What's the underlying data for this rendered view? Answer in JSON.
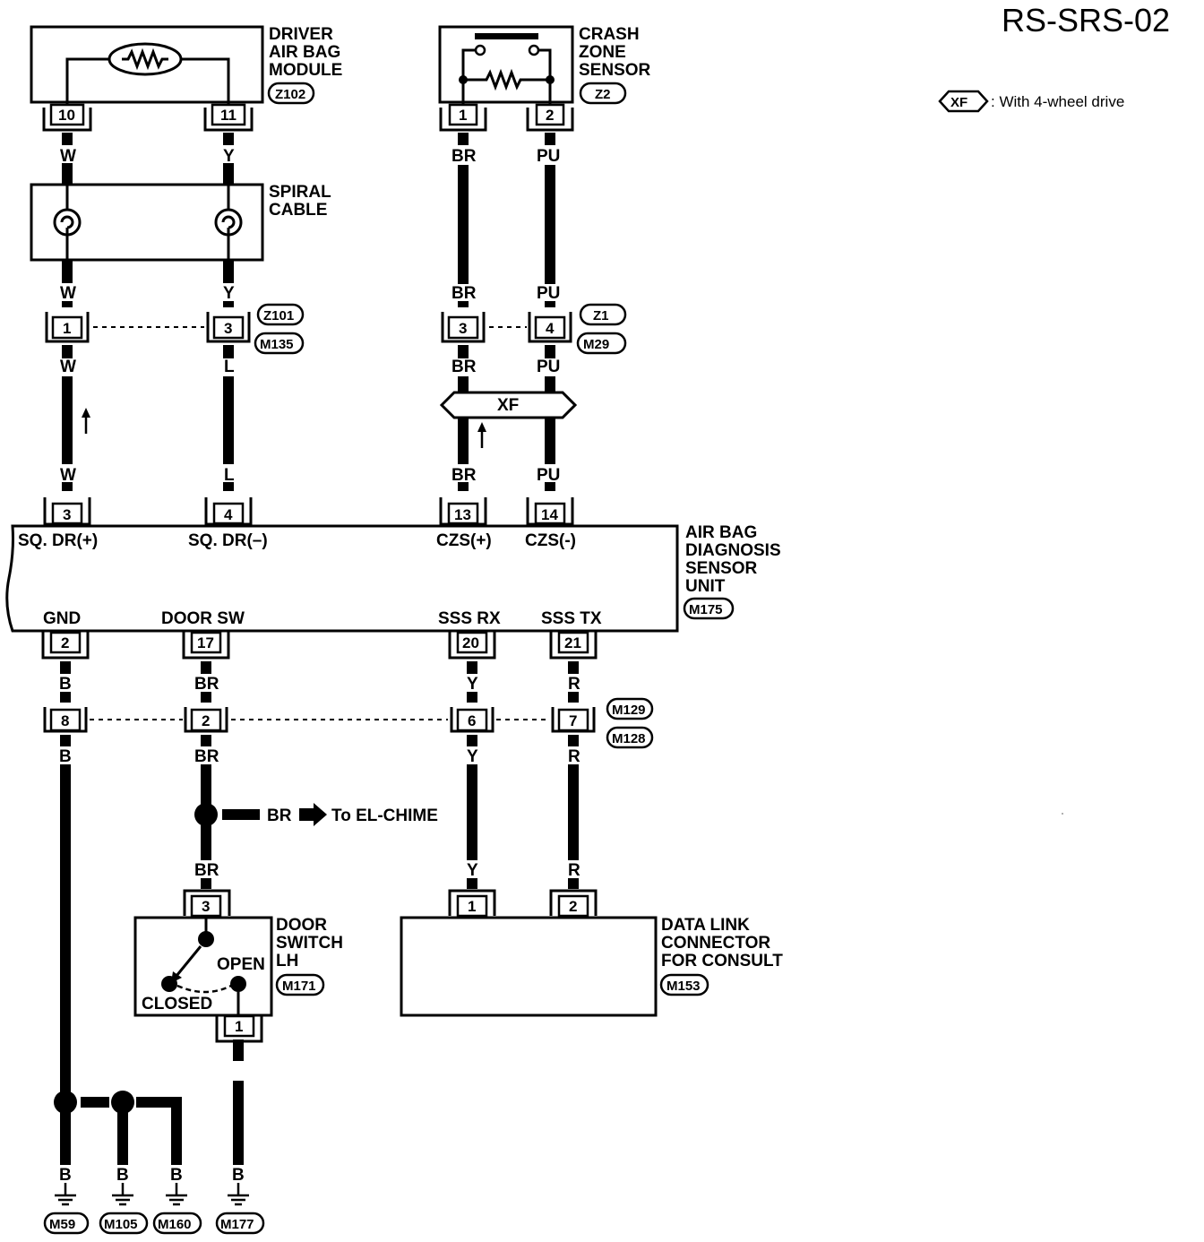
{
  "title": "RS-SRS-02",
  "legend": {
    "code": "XF",
    "text": ": With 4-wheel drive"
  },
  "components": {
    "driver_airbag": {
      "name": [
        "DRIVER",
        "AIR BAG",
        "MODULE"
      ],
      "code": "Z102",
      "pins": [
        "10",
        "11"
      ]
    },
    "crash_zone": {
      "name": [
        "CRASH",
        "ZONE",
        "SENSOR"
      ],
      "code": "Z2",
      "pins": [
        "1",
        "2"
      ]
    },
    "spiral_cable": {
      "name": [
        "SPIRAL",
        "CABLE"
      ]
    },
    "conn_z101": {
      "codes": [
        "Z101",
        "M135"
      ],
      "pins": [
        "1",
        "3"
      ]
    },
    "conn_z1": {
      "codes": [
        "Z1",
        "M29"
      ],
      "pins": [
        "3",
        "4"
      ]
    },
    "xf_block": {
      "label": "XF"
    },
    "diag_unit": {
      "name": [
        "AIR BAG",
        "DIAGNOSIS",
        "SENSOR",
        "UNIT"
      ],
      "code": "M175",
      "top_pins": [
        "3",
        "4",
        "13",
        "14"
      ],
      "top_labels": [
        "SQ. DR(+)",
        "SQ. DR(–)",
        "CZS(+)",
        "CZS(-)"
      ],
      "bottom_pins": [
        "2",
        "17",
        "20",
        "21"
      ],
      "bottom_labels": [
        "GND",
        "DOOR SW",
        "SSS RX",
        "SSS TX"
      ]
    },
    "conn_m129": {
      "codes": [
        "M129",
        "M128"
      ],
      "pins": [
        "8",
        "2",
        "6",
        "7"
      ]
    },
    "door_switch": {
      "name": [
        "DOOR",
        "SWITCH",
        "LH"
      ],
      "code": "M171",
      "pins": [
        "3",
        "1"
      ],
      "open": "OPEN",
      "closed": "CLOSED"
    },
    "data_link": {
      "name": [
        "DATA LINK",
        "CONNECTOR",
        "FOR  CONSULT"
      ],
      "code": "M153",
      "pins": [
        "1",
        "2"
      ]
    },
    "el_chime": {
      "wire": "BR",
      "text": "To EL-CHIME"
    },
    "grounds": [
      "M59",
      "M105",
      "M160",
      "M177"
    ]
  },
  "wire_colors": {
    "w1": [
      "W",
      "W",
      "W",
      "W"
    ],
    "w2": [
      "Y",
      "Y",
      "L",
      "L"
    ],
    "w3": [
      "BR",
      "BR",
      "BR",
      "BR"
    ],
    "w4": [
      "PU",
      "PU",
      "PU",
      "PU"
    ],
    "gnd": [
      "B",
      "B"
    ],
    "door": [
      "BR",
      "BR",
      "BR"
    ],
    "rx": [
      "Y",
      "Y",
      "Y"
    ],
    "tx": [
      "R",
      "R",
      "R"
    ],
    "ground_b": [
      "B",
      "B",
      "B",
      "B"
    ]
  }
}
